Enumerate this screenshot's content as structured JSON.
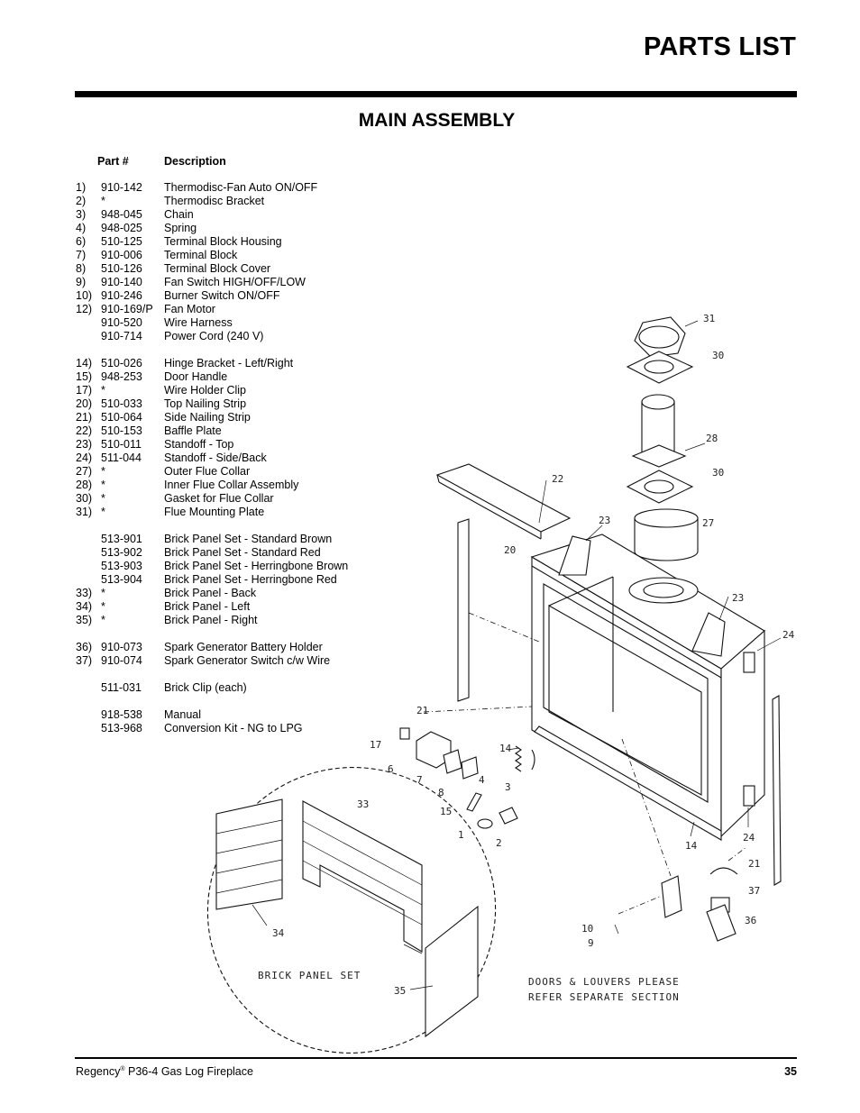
{
  "page_title": "PARTS LIST",
  "section_title": "MAIN ASSEMBLY",
  "table_headers": {
    "part": "Part #",
    "description": "Description"
  },
  "parts": [
    {
      "num": "1)",
      "part": "910-142",
      "desc": "Thermodisc-Fan Auto ON/OFF"
    },
    {
      "num": "2)",
      "part": "*",
      "desc": "Thermodisc Bracket"
    },
    {
      "num": "3)",
      "part": "948-045",
      "desc": "Chain"
    },
    {
      "num": "4)",
      "part": "948-025",
      "desc": "Spring"
    },
    {
      "num": "6)",
      "part": "510-125",
      "desc": "Terminal Block Housing"
    },
    {
      "num": "7)",
      "part": "910-006",
      "desc": "Terminal Block"
    },
    {
      "num": "8)",
      "part": "510-126",
      "desc": "Terminal Block Cover"
    },
    {
      "num": "9)",
      "part": "910-140",
      "desc": "Fan Switch HIGH/OFF/LOW"
    },
    {
      "num": "10)",
      "part": "910-246",
      "desc": "Burner Switch ON/OFF"
    },
    {
      "num": "12)",
      "part": "910-169/P",
      "desc": "Fan Motor"
    },
    {
      "num": "",
      "part": "910-520",
      "desc": "Wire Harness"
    },
    {
      "num": "",
      "part": "910-714",
      "desc": "Power Cord (240 V)"
    },
    {
      "gap": true
    },
    {
      "num": "14)",
      "part": "510-026",
      "desc": "Hinge Bracket - Left/Right"
    },
    {
      "num": "15)",
      "part": "948-253",
      "desc": "Door Handle"
    },
    {
      "num": "17)",
      "part": "*",
      "desc": "Wire Holder Clip"
    },
    {
      "num": "20)",
      "part": "510-033",
      "desc": "Top Nailing Strip"
    },
    {
      "num": "21)",
      "part": "510-064",
      "desc": "Side Nailing Strip"
    },
    {
      "num": "22)",
      "part": "510-153",
      "desc": "Baffle Plate"
    },
    {
      "num": "23)",
      "part": "510-011",
      "desc": "Standoff - Top"
    },
    {
      "num": "24)",
      "part": "511-044",
      "desc": "Standoff - Side/Back"
    },
    {
      "num": "27)",
      "part": "*",
      "desc": "Outer Flue Collar"
    },
    {
      "num": "28)",
      "part": "*",
      "desc": "Inner Flue Collar Assembly"
    },
    {
      "num": "30)",
      "part": "*",
      "desc": "Gasket for Flue Collar"
    },
    {
      "num": "31)",
      "part": "*",
      "desc": "Flue Mounting Plate"
    },
    {
      "gap": true
    },
    {
      "num": "",
      "part": "513-901",
      "desc": "Brick Panel Set - Standard Brown"
    },
    {
      "num": "",
      "part": "513-902",
      "desc": "Brick Panel Set - Standard Red"
    },
    {
      "num": "",
      "part": "513-903",
      "desc": "Brick Panel Set - Herringbone Brown"
    },
    {
      "num": "",
      "part": "513-904",
      "desc": "Brick Panel Set - Herringbone Red"
    },
    {
      "num": "33)",
      "part": "*",
      "desc": "Brick Panel - Back"
    },
    {
      "num": "34)",
      "part": "*",
      "desc": "Brick Panel - Left"
    },
    {
      "num": "35)",
      "part": "*",
      "desc": "Brick Panel - Right"
    },
    {
      "gap": true
    },
    {
      "num": "36)",
      "part": "910-073",
      "desc": "Spark Generator Battery Holder"
    },
    {
      "num": "37)",
      "part": "910-074",
      "desc": "Spark Generator Switch c/w Wire"
    },
    {
      "gap": true
    },
    {
      "num": "",
      "part": "511-031",
      "desc": "Brick Clip (each)"
    },
    {
      "gap": true
    },
    {
      "num": "",
      "part": "918-538",
      "desc": "Manual"
    },
    {
      "num": "",
      "part": "513-968",
      "desc": "Conversion Kit - NG to LPG"
    }
  ],
  "diagram": {
    "callouts": [
      "31",
      "30",
      "28",
      "30",
      "27",
      "22",
      "23",
      "20",
      "23",
      "24",
      "21",
      "17",
      "6",
      "7",
      "8",
      "14",
      "4",
      "3",
      "15",
      "1",
      "2",
      "33",
      "34",
      "35",
      "14",
      "24",
      "21",
      "37",
      "36",
      "10",
      "9"
    ],
    "brick_note": "BRICK PANEL SET",
    "doors_note_line1": "DOORS & LOUVERS PLEASE",
    "doors_note_line2": "REFER SEPARATE SECTION"
  },
  "footer": {
    "brand": "Regency",
    "reg_mark": "®",
    "model": " P36-4 Gas Log Fireplace",
    "page_number": "35"
  }
}
